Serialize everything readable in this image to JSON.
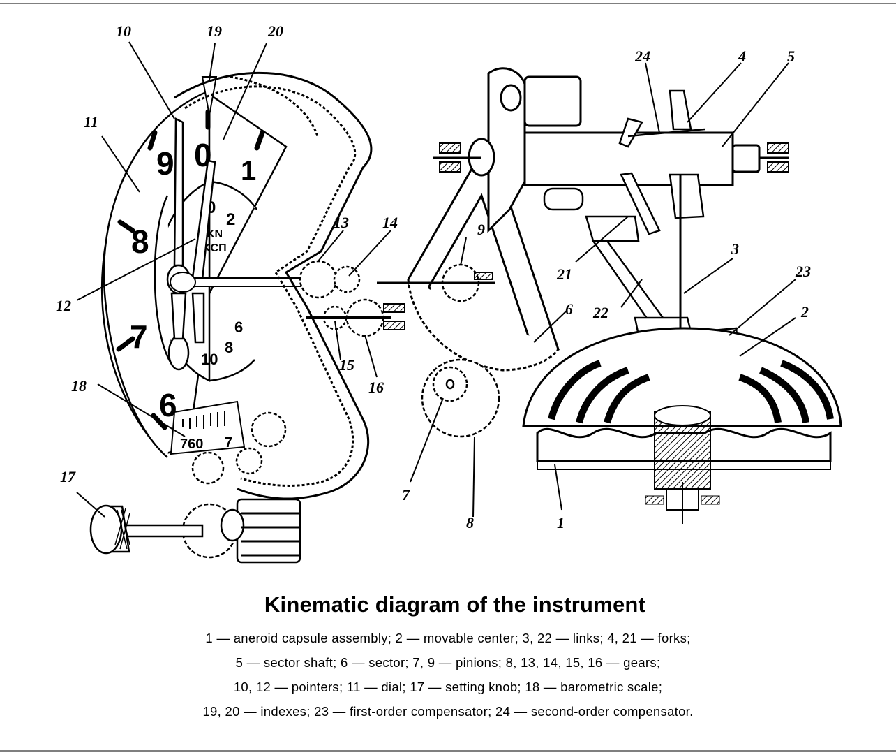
{
  "figure": {
    "title": "Kinematic diagram of the instrument",
    "legend_lines": [
      "1 — aneroid capsule assembly; 2 — movable center; 3, 22 — links; 4, 21 — forks;",
      "5 — sector shaft; 6 — sector; 7, 9 — pinions; 8, 13, 14, 15, 16 — gears;",
      "10, 12 — pointers; 11 — dial; 17 — setting knob; 18 — barometric scale;",
      "19, 20 — indexes; 23 — first-order compensator; 24 — second-order compensator."
    ]
  },
  "callouts": {
    "c1": "1",
    "c2": "2",
    "c3": "3",
    "c4": "4",
    "c5": "5",
    "c6": "6",
    "c7": "7",
    "c8": "8",
    "c9": "9",
    "c10": "10",
    "c11": "11",
    "c12": "12",
    "c13": "13",
    "c14": "14",
    "c15": "15",
    "c16": "16",
    "c17": "17",
    "c18": "18",
    "c19": "19",
    "c20": "20",
    "c21": "21",
    "c22": "22",
    "c23": "23",
    "c24": "24"
  },
  "dial_markings": {
    "outer": [
      "0",
      "1",
      "6",
      "7",
      "8",
      "9"
    ],
    "inner": [
      "0",
      "2",
      "6",
      "8",
      "10"
    ],
    "unit_1": "KN",
    "unit_2": "KCП",
    "baro_scale": "760",
    "baro_scale_next": "7"
  },
  "colors": {
    "ink": "#000000",
    "paper": "#ffffff",
    "frame": "#555555"
  }
}
